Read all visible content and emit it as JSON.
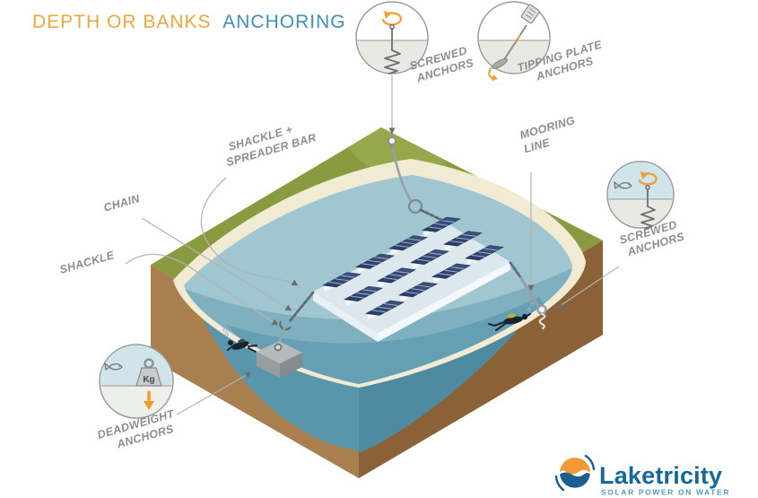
{
  "title": {
    "part1": "DEPTH OR BANKS",
    "part2": "ANCHORING"
  },
  "colors": {
    "title_orange": "#f0a73d",
    "title_blue": "#3f8fbc",
    "accent_orange": "#f39b2d",
    "label_gray": "#8d8d8d",
    "grass_green": "#8a9a40",
    "sand": "#f1ebd4",
    "water_light": "#a0c6d2",
    "water_deep": "#649fb4",
    "earth_brown": "#a97f4f",
    "panel_navy": "#2c3f63",
    "logo_blue": "#15689d",
    "logo_tagline_blue": "#4d9ac6"
  },
  "callouts": {
    "screwed_top": {
      "line1": "SCREWED",
      "line2": "ANCHORS"
    },
    "tipping_plate": {
      "line1": "TIPPING PLATE",
      "line2": "ANCHORS"
    },
    "screwed_right": {
      "line1": "SCREWED",
      "line2": "ANCHORS"
    },
    "deadweight": {
      "line1": "DEADWEIGHT",
      "line2": "ANCHORS"
    },
    "kg_label": "Kg"
  },
  "labels": {
    "mooring_line": {
      "line1": "MOORING",
      "line2": "LINE"
    },
    "shackle_spreader": {
      "line1": "SHACKLE +",
      "line2": "SPREADER BAR"
    },
    "chain": "CHAIN",
    "shackle": "SHACKLE"
  },
  "logo": {
    "name": "Laketricity",
    "tagline": "SOLAR POWER ON WATER"
  }
}
